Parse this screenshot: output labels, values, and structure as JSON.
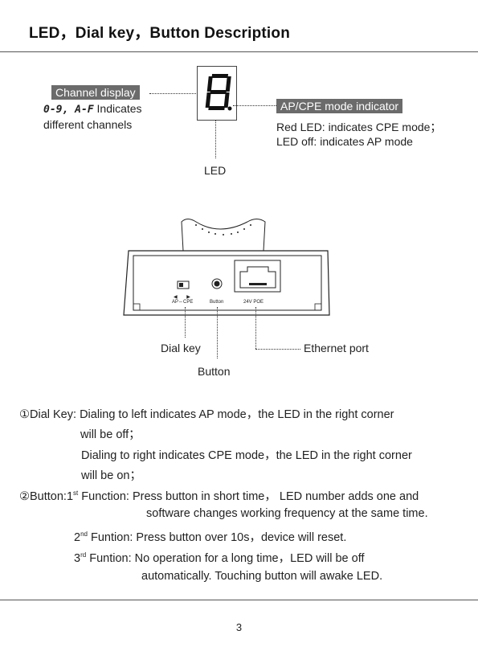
{
  "title": "LED，Dial key，Button Description",
  "led_diagram": {
    "channel_display_tag": "Channel display",
    "channel_range": "0-9, A-F",
    "channel_text_1": "Indicates",
    "channel_text_2": "different channels",
    "digit": "8",
    "led_label": "LED",
    "mode_indicator_tag": "AP/CPE mode indicator",
    "mode_text_1": "Red LED: indicates CPE mode；",
    "mode_text_2": "LED off: indicates AP mode"
  },
  "device_diagram": {
    "switch_label": "AP⇔CPE",
    "button_small_label": "Button",
    "poe_label": "24V POE",
    "dial_key_label": "Dial key",
    "button_label": "Button",
    "ethernet_label": "Ethernet port"
  },
  "description": {
    "dial_heading": "①Dial Key:",
    "dial_line1": "Dialing to left indicates AP mode，the LED in the right corner",
    "dial_line2": "will be off；",
    "dial_line3": "Dialing to right indicates CPE mode，the LED in the right corner",
    "dial_line4": "will be on；",
    "button_heading": "②Button:1",
    "sup1": "st",
    "button_f1": " Function: Press button in short time， LED number adds one and",
    "button_f1b": "software changes working frequency at the same time.",
    "f2_prefix": "2",
    "sup2": "nd",
    "button_f2": " Funtion: Press button over 10s，device will reset.",
    "f3_prefix": "3",
    "sup3": "rd",
    "button_f3": " Funtion: No operation for a long time，LED will be off",
    "button_f3b": "automatically. Touching button will awake LED."
  },
  "page_number": "3",
  "colors": {
    "tag_bg": "#6b6b6b",
    "text": "#222222"
  }
}
